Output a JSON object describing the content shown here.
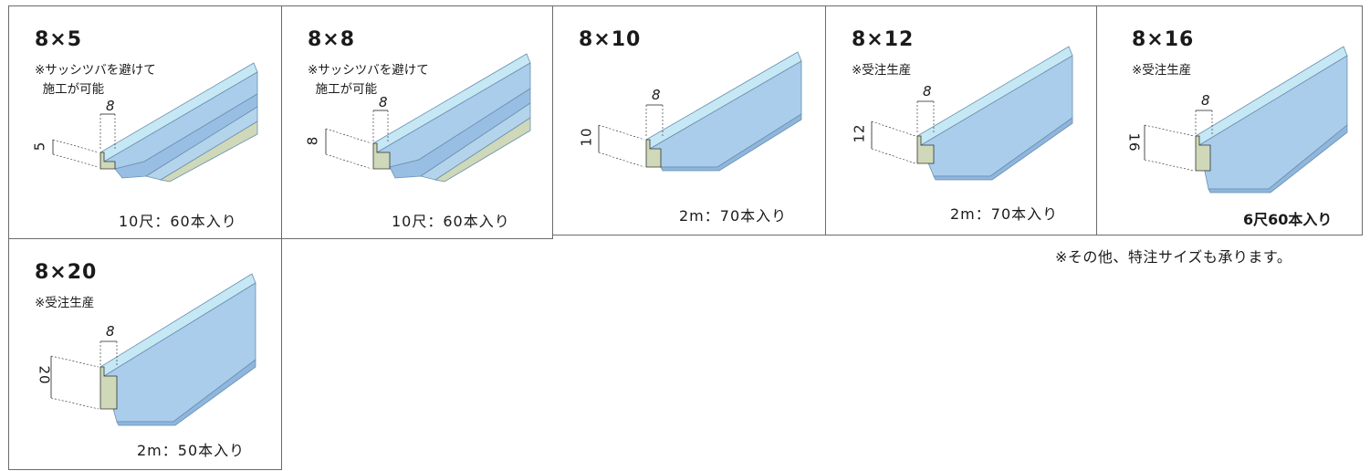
{
  "products": [
    {
      "size": "8×5",
      "notes": "※サッシツバを避けて\n  施工が可能",
      "dim_width": "8",
      "dim_height": "5",
      "packaging": "10尺：60本入り"
    },
    {
      "size": "8×8",
      "notes": "※サッシツバを避けて\n  施工が可能",
      "dim_width": "8",
      "dim_height": "8",
      "packaging": "10尺：60本入り"
    },
    {
      "size": "8×10",
      "notes": "",
      "dim_width": "8",
      "dim_height": "10",
      "packaging": "2m：70本入り"
    },
    {
      "size": "8×12",
      "notes": "※受注生産",
      "dim_width": "8",
      "dim_height": "12",
      "packaging": "2m：70本入り"
    },
    {
      "size": "8×16",
      "notes": "※受注生産",
      "dim_width": "8",
      "dim_height": "16",
      "packaging": "6尺60本入り"
    },
    {
      "size": "8×20",
      "notes": "※受注生産",
      "dim_width": "8",
      "dim_height": "20",
      "packaging": "2m：50本入り"
    }
  ],
  "footnote": "※その他、特注サイズも承ります。",
  "colors": {
    "profile_top": "#bfe3f3",
    "profile_face": "#a9cdea",
    "profile_face_dark": "#8fb6dc",
    "profile_end": "#cfd8b8",
    "border": "#6b6b6b"
  }
}
